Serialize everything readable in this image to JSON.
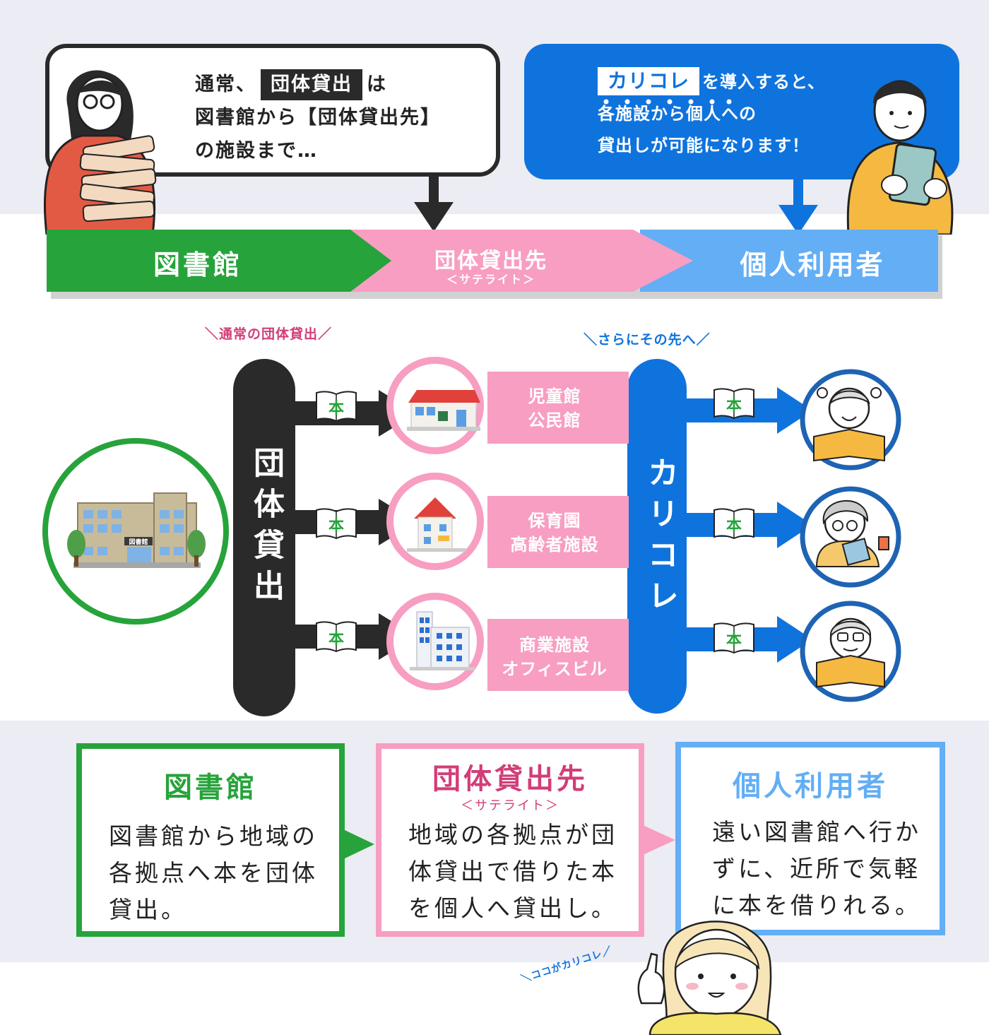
{
  "intro": {
    "left_bubble": {
      "line1_prefix": "通常、",
      "line1_highlight": "団体貸出",
      "line1_suffix": "は",
      "line2": "図書館から【団体貸出先】",
      "line3": "の施設まで…"
    },
    "right_bubble": {
      "line1_highlight": "カリコレ",
      "line1_suffix": "を導入すると、",
      "line2": "各施設から個人への",
      "line3": "貸出しが可能になります！"
    }
  },
  "flow_bar": {
    "step1": "図書館",
    "step2": "団体貸出先",
    "step2_sub": "＜サテライト＞",
    "step3": "個人利用者",
    "colors": {
      "step1": "#27a33b",
      "step2": "#f79ec2",
      "step3": "#63aef5"
    }
  },
  "diagram": {
    "caption_left": "＼通常の団体貸出／",
    "caption_right": "＼さらにその先へ／",
    "bar_left": "団体貸出",
    "bar_right": "カリコレ",
    "library_sign": "図書館",
    "book_label": "本",
    "facilities": [
      {
        "line1": "児童館",
        "line2": "公民館"
      },
      {
        "line1": "保育園",
        "line2": "高齢者施設"
      },
      {
        "line1": "商業施設",
        "line2": "オフィスビル"
      }
    ]
  },
  "cards": [
    {
      "title": "図書館",
      "subtitle": "",
      "body": [
        "図書館から地域の",
        "各拠点へ本を団体",
        "貸出。"
      ],
      "color": "#27a33b"
    },
    {
      "title": "団体貸出先",
      "subtitle": "＜サテライト＞",
      "body": [
        "地域の各拠点が団",
        "体貸出で借りた本",
        "を個人へ貸出し。"
      ],
      "color": "#f79ec2"
    },
    {
      "title": "個人利用者",
      "subtitle": "",
      "body": [
        "遠い図書館へ行か",
        "ずに、近所で気軽",
        "に本を借りれる。"
      ],
      "color": "#63aef5"
    }
  ],
  "footer_caption": "＼ココがカリコレ／"
}
